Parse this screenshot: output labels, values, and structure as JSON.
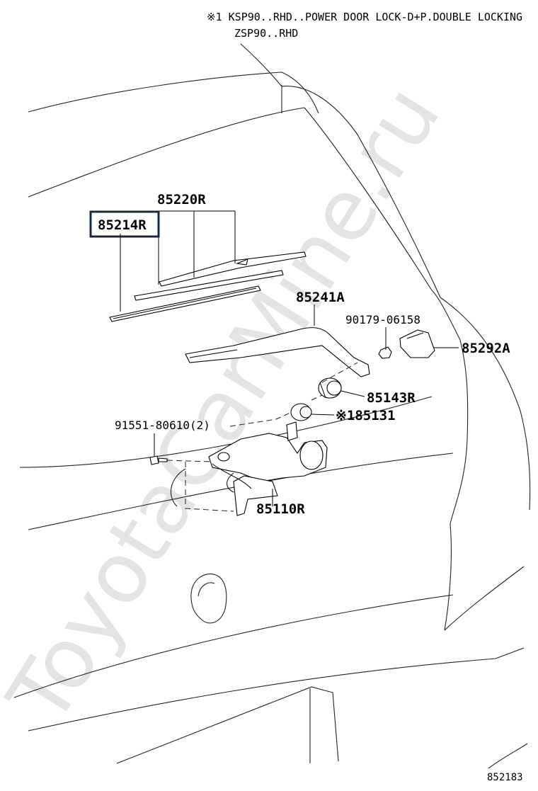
{
  "watermark": "ToyotaCarMine.ru",
  "notes": {
    "line1": "※1 KSP90..RHD..POWER DOOR LOCK-D+P.DOUBLE LOCKING",
    "line2": "ZSP90..RHD"
  },
  "parts": [
    {
      "id": "85220R",
      "label": "85220R"
    },
    {
      "id": "85214R",
      "label": "85214R",
      "highlighted": true
    },
    {
      "id": "85241A",
      "label": "85241A"
    },
    {
      "id": "90179-06158",
      "label": "90179-06158"
    },
    {
      "id": "85292A",
      "label": "85292A"
    },
    {
      "id": "85143R",
      "label": "85143R"
    },
    {
      "id": "185131",
      "label": "※185131"
    },
    {
      "id": "91551-80610",
      "label": "91551-80610(2)"
    },
    {
      "id": "85110R",
      "label": "85110R"
    }
  ],
  "diagram_ref": "852183",
  "colors": {
    "highlight": "#1d2a36",
    "watermark": "#e4e4e4",
    "ink": "#000000"
  }
}
